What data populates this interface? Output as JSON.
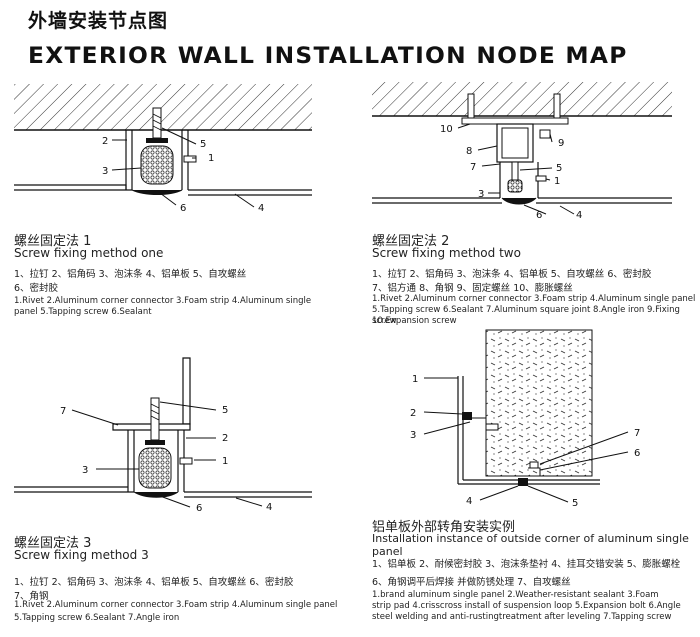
{
  "title_cn": "外墙安装节点图",
  "title_en": "EXTERIOR WALL INSTALLATION NODE MAP",
  "sections": {
    "m1": {
      "title_cn": "螺丝固定法 1",
      "title_en": "Screw fixing method one",
      "legend_cn_1": "1、拉钉  2、铝角码  3、泡沫条  4、铝单板   5、自攻螺丝",
      "legend_cn_2": "6、密封胶",
      "legend_en_1": "1.Rivet  2.Aluminum corner connector  3.Foam strip  4.Aluminum single",
      "legend_en_2": "panel  5.Tapping screw  6.Sealant"
    },
    "m2": {
      "title_cn": "螺丝固定法 2",
      "title_en": "Screw fixing method two",
      "legend_cn_1": "1、拉钉  2、铝角码  3、泡沫条  4、铝单板   5、自攻螺丝  6、密封胶",
      "legend_cn_2": "7、铝方通  8、角钢  9、固定螺丝   10、膨胀螺丝",
      "legend_en_1": "1.Rivet  2.Aluminum corner connector  3.Foam strip  4.Aluminum single panel",
      "legend_en_2": "5.Tapping screw  6.Sealant  7.Aluminum square joint  8.Angle iron   9.Fixing screw",
      "legend_en_3": "10.Expansion screw"
    },
    "m3": {
      "title_cn": "螺丝固定法 3",
      "title_en": "Screw fixing method 3",
      "legend_cn_1": "1、拉钉   2、铝角码   3、泡沫条   4、铝单板    5、自攻螺丝   6、密封胶",
      "legend_cn_2": "7、角钢",
      "legend_en_1": "1.Rivet  2.Aluminum corner connector  3.Foam strip  4.Aluminum single panel",
      "legend_en_2": "5.Tapping screw  6.Sealant   7.Angle iron"
    },
    "m4": {
      "title_cn": "铝单板外部转角安装实例",
      "title_en": "Installation instance of outside corner of aluminum single panel",
      "legend_cn_1": "1、铝单板 2、耐候密封胶 3、泡沫条垫衬 4、挂耳交错安装 5、膨胀螺栓",
      "legend_cn_2": "6、角钢调平后焊接 并做防锈处理  7、自攻螺丝",
      "legend_en_1": "1.brand aluminum single panel  2.Weather-resistant sealant  3.Foam",
      "legend_en_2": "strip pad  4.crisscross install of suspension loop  5.Expansion bolt  6.Angle",
      "legend_en_3": "steel welding and anti-rustingtreatment after leveling   7.Tapping screw"
    }
  },
  "callouts": {
    "n1": "1",
    "n2": "2",
    "n3": "3",
    "n4": "4",
    "n5": "5",
    "n6": "6",
    "n7": "7",
    "n8": "8",
    "n9": "9",
    "n10": "10"
  }
}
